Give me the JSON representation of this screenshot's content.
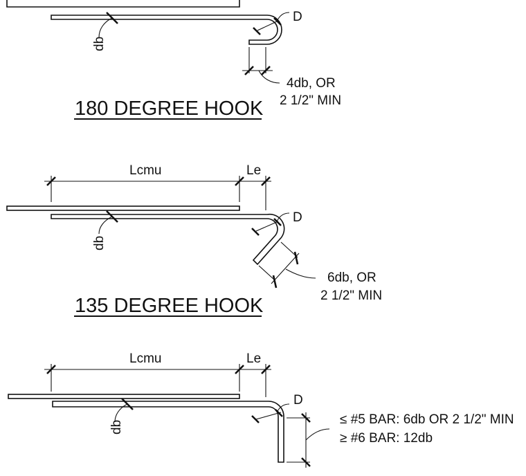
{
  "hook180": {
    "title": "180 DEGREE HOOK",
    "bend_label": "D",
    "bar_label": "db",
    "ext_line1": "4db, OR",
    "ext_line2": "2 1/2\" MIN"
  },
  "hook135": {
    "title": "135 DEGREE HOOK",
    "dim_main": "Lcmu",
    "dim_end": "Le",
    "bend_label": "D",
    "bar_label": "db",
    "ext_line1": "6db, OR",
    "ext_line2": "2 1/2\" MIN"
  },
  "hook90": {
    "dim_main": "Lcmu",
    "dim_end": "Le",
    "bend_label": "D",
    "bar_label": "db",
    "ext_line1": "≤ #5 BAR: 6db OR 2 1/2\" MIN",
    "ext_line2": "≥ #6 BAR: 12db"
  }
}
